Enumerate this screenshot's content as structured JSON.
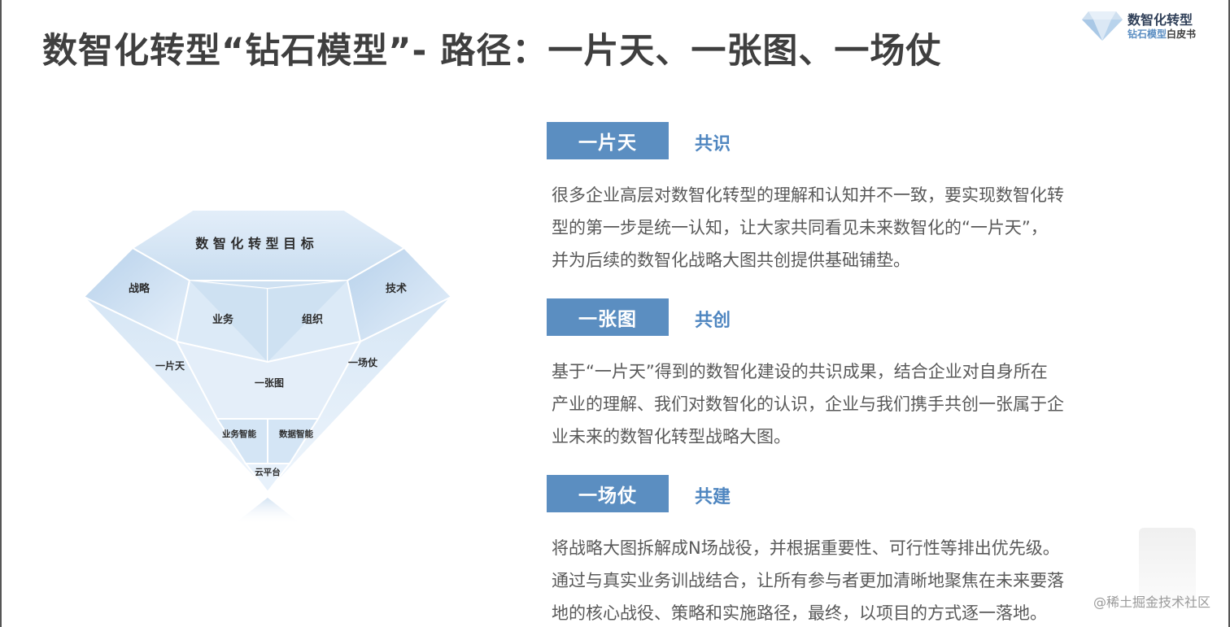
{
  "slide": {
    "title": "数智化转型“钻石模型”- 路径：一片天、一张图、一场仗"
  },
  "logo": {
    "line1": "数智化转型",
    "line2a": "钻石模型",
    "line2b": "白皮书"
  },
  "diamond": {
    "top": "数 智 化 转 型 目 标",
    "strategy": "战略",
    "tech": "技术",
    "business": "业务",
    "org": "组织",
    "sky": "一片天",
    "battle": "一场仗",
    "map": "一张图",
    "biz_intel": "业务智能",
    "data_intel": "数据智能",
    "cloud": "云平台"
  },
  "sections": [
    {
      "tag": "一片天",
      "keyword": "共识",
      "lines": [
        "很多企业高层对数智化转型的理解和认知并不一致，要实现数智化转",
        "型的第一步是统一认知，让大家共同看见未来数智化的“一片天”，",
        "并为后续的数智化战略大图共创提供基础铺垫。"
      ]
    },
    {
      "tag": "一张图",
      "keyword": "共创",
      "lines": [
        "基于“一片天”得到的数智化建设的共识成果，结合企业对自身所在",
        "产业的理解、我们对数智化的认识，企业与我们携手共创一张属于企",
        "业未来的数智化转型战略大图。"
      ]
    },
    {
      "tag": "一场仗",
      "keyword": "共建",
      "lines": [
        "将战略大图拆解成N场战役，并根据重要性、可行性等排出优先级。",
        "通过与真实业务训战结合，让所有参与者更加清晰地聚焦在未来要落",
        "地的核心战役、策略和实施路径，最终，以项目的方式逐一落地。"
      ]
    }
  ],
  "watermark": "@稀土掘金技术社区",
  "colors": {
    "accent": "#5b8ec1",
    "keyword": "#4f86c0",
    "title": "#3f3f3f",
    "body": "#595959"
  }
}
